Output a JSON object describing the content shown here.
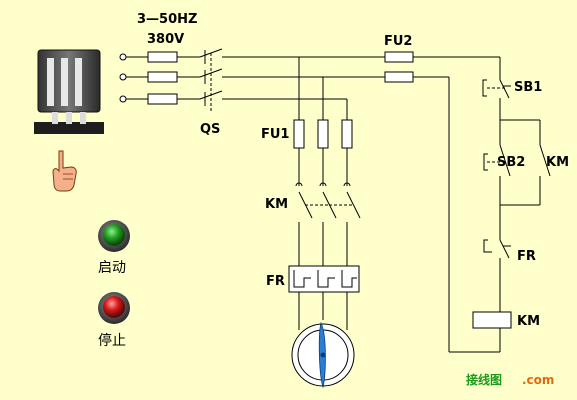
{
  "supply": {
    "spec": "3—50HZ",
    "voltage": "380V"
  },
  "labels": {
    "qs": "QS",
    "fu1": "FU1",
    "fu2": "FU2",
    "km_main": "KM",
    "fr_main": "FR",
    "sb1": "SB1",
    "sb2": "SB2",
    "km_hold": "KM",
    "fr_ctrl": "FR",
    "km_coil": "KM"
  },
  "buttons": {
    "start_label": "启动",
    "stop_label": "停止"
  },
  "watermark": {
    "left": "接线图",
    "right": ".com"
  },
  "colors": {
    "background": "#ffffcc",
    "wire": "#000000",
    "fuse": "#ffffff",
    "start_lamp": "#2e9a2e",
    "stop_lamp": "#d01818",
    "motor_blade": "#2a7fd4"
  }
}
